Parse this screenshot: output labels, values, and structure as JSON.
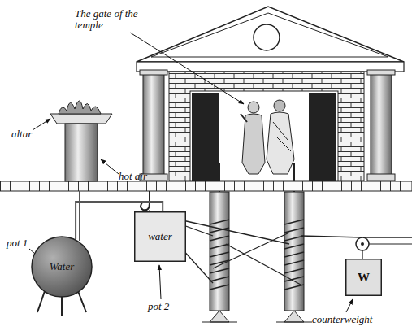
{
  "diagram": {
    "nodes": [
      {
        "text": [
          "Water"
        ]
      },
      {
        "text": [
          "water"
        ]
      },
      {
        "text": [
          "W"
        ]
      }
    ],
    "edges": [
      {
        "from": 0,
        "to": 1,
        "arrow": "none"
      }
    ],
    "labels": [
      "The gate of the temple",
      "altar",
      "hot air",
      "pot 1",
      "pot 2",
      "counterweight"
    ]
  }
}
